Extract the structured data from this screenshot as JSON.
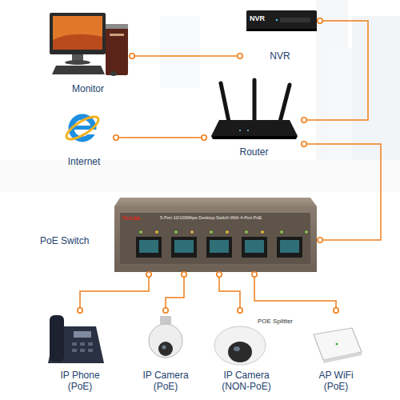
{
  "diagram": {
    "nodes": [
      {
        "text": [
          "Monitor"
        ]
      },
      {
        "text": [
          "NVR",
          "NVR"
        ]
      },
      {
        "text": [
          "Internet"
        ]
      },
      {
        "text": [
          "Router"
        ]
      },
      {
        "text": [
          "PoE Switch",
          "Tenda",
          "5-Port 10/100Mbps Desktop Switch With 4-Port PoE"
        ]
      },
      {
        "text": [
          "IP Phone (PoE)"
        ]
      },
      {
        "text": [
          "IP Camera (PoE)"
        ]
      },
      {
        "text": [
          "IP Camera (NON-PoE)"
        ]
      },
      {
        "text": [
          "AP WiFi (PoE)"
        ]
      }
    ],
    "edges": [
      {
        "from": 0,
        "to": 1,
        "arrow": "none"
      },
      {
        "from": 1,
        "to": 3,
        "arrow": "none"
      },
      {
        "from": 2,
        "to": 3,
        "arrow": "none"
      },
      {
        "from": 3,
        "to": 4,
        "arrow": "none"
      },
      {
        "from": 4,
        "to": 5,
        "arrow": "none"
      },
      {
        "from": 4,
        "to": 6,
        "arrow": "none"
      },
      {
        "from": 4,
        "to": 7,
        "arrow": "none"
      },
      {
        "from": 4,
        "to": 8,
        "arrow": "none"
      }
    ],
    "labels": [
      "POE Splitter"
    ]
  }
}
